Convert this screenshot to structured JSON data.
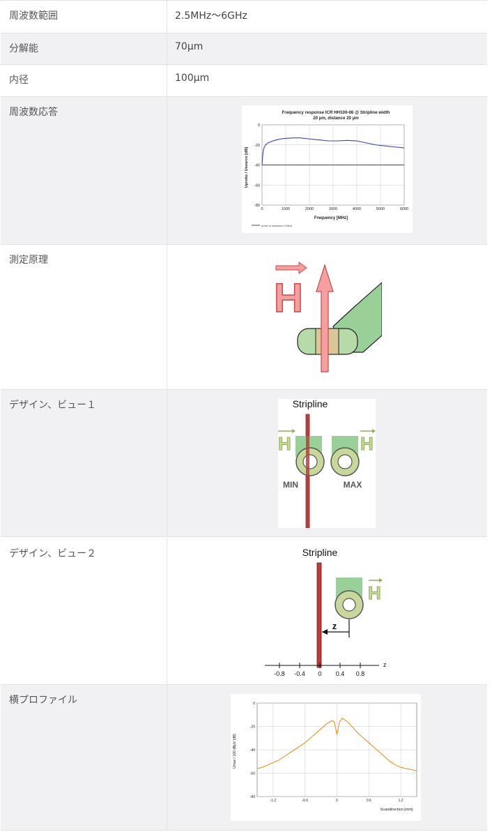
{
  "rows": [
    {
      "label": "周波数範囲",
      "value": "2.5MHz～6GHz"
    },
    {
      "label": "分解能",
      "value": "70μm"
    },
    {
      "label": "内径",
      "value": "100μm"
    },
    {
      "label": "周波数応答"
    },
    {
      "label": "測定原理"
    },
    {
      "label": "デザイン、ビュー１"
    },
    {
      "label": "デザイン、ビュー２"
    },
    {
      "label": "横プロファイル"
    }
  ],
  "freq_chart": {
    "title_line1": "Frequency response ICR HH100-06 @ Stripline width",
    "title_line2": "20 µm, distance 20 µm",
    "xlabel": "Frequency [MHz]",
    "ylabel": "Uprobe / Usource [dB]",
    "legend": "probe to maximum of field"
  },
  "principle": {
    "field_letter": "H"
  },
  "design1": {
    "title": "Stripline",
    "min_label": "MIN",
    "max_label": "MAX",
    "field_letter": "H"
  },
  "design2": {
    "title": "Stripline",
    "z_label": "z",
    "axis_label": "z",
    "field_letter": "H"
  },
  "profile_chart": {
    "xlabel": "Scandirection [mm]",
    "ylabel": "Umax / 100 dBµV [dB]"
  },
  "chart_data": [
    {
      "type": "line",
      "title": "Frequency response ICR HH100-06 @ Stripline width 20 µm, distance 20 µm",
      "xlabel": "Frequency [MHz]",
      "ylabel": "Uprobe / Usource [dB]",
      "xlim": [
        0,
        6000
      ],
      "ylim": [
        -80,
        0
      ],
      "x_ticks": [
        "0",
        "1000",
        "2000",
        "3000",
        "4000",
        "5000",
        "6000"
      ],
      "y_ticks": [
        "0",
        "-20",
        "-40",
        "-60",
        "-80"
      ],
      "series": [
        {
          "name": "probe to maximum of field",
          "color": "#3344bb",
          "x": [
            0,
            30,
            60,
            100,
            150,
            250,
            400,
            600,
            800,
            1000,
            1300,
            1600,
            2000,
            2400,
            2800,
            3200,
            3600,
            4000,
            4400,
            4800,
            5200,
            5600,
            6000
          ],
          "y": [
            -40,
            -30,
            -25,
            -22,
            -20,
            -18,
            -16.5,
            -15,
            -14,
            -13.5,
            -13,
            -13,
            -14,
            -15,
            -16,
            -16,
            -15.5,
            -16,
            -18,
            -20,
            -21,
            -22,
            -23
          ]
        }
      ],
      "reference_line": -40
    },
    {
      "type": "line",
      "xlabel": "Scandirection [mm]",
      "ylabel": "Umax / 100 dBµV [dB]",
      "xlim": [
        -1.5,
        1.5
      ],
      "ylim": [
        -80,
        0
      ],
      "x_ticks": [
        "-1.2",
        "-0.6",
        "0",
        "0.6",
        "1.2"
      ],
      "y_ticks": [
        "0",
        "-20",
        "-40",
        "-60",
        "-80"
      ],
      "series": [
        {
          "color": "#e8922a",
          "x": [
            -1.5,
            -1.4,
            -1.3,
            -1.2,
            -1.1,
            -1.0,
            -0.9,
            -0.8,
            -0.7,
            -0.6,
            -0.5,
            -0.4,
            -0.3,
            -0.2,
            -0.1,
            -0.05,
            0,
            0.05,
            0.1,
            0.2,
            0.3,
            0.4,
            0.5,
            0.6,
            0.7,
            0.8,
            0.9,
            1.0,
            1.1,
            1.2,
            1.3,
            1.4,
            1.5
          ],
          "y": [
            -56,
            -55,
            -53,
            -51,
            -49,
            -46,
            -43,
            -40,
            -37,
            -34,
            -30,
            -26,
            -22,
            -18,
            -15,
            -16,
            -27,
            -16,
            -13,
            -16,
            -21,
            -26,
            -30,
            -34,
            -38,
            -42,
            -46,
            -50,
            -53,
            -55,
            -56,
            -57,
            -58
          ]
        }
      ]
    }
  ]
}
